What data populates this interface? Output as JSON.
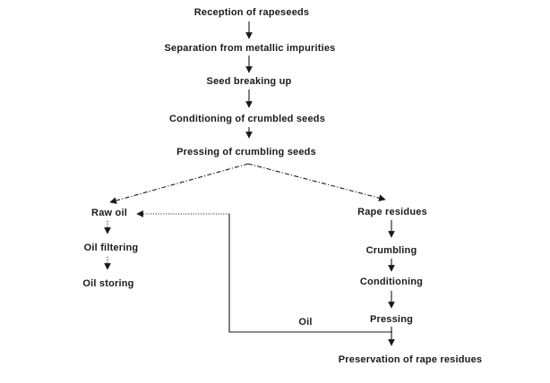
{
  "flowchart": {
    "nodes": {
      "reception": {
        "label": "Reception of rapeseeds"
      },
      "separation": {
        "label": "Separation from metallic impurities"
      },
      "seed_breaking": {
        "label": "Seed breaking up"
      },
      "conditioning_seeds": {
        "label": "Conditioning of crumbled seeds"
      },
      "pressing_seeds": {
        "label": "Pressing of crumbling seeds"
      },
      "raw_oil": {
        "label": "Raw oil"
      },
      "oil_filtering": {
        "label": "Oil filtering"
      },
      "oil_storing": {
        "label": "Oil storing"
      },
      "rape_residues": {
        "label": "Rape residues"
      },
      "crumbling": {
        "label": "Crumbling"
      },
      "conditioning": {
        "label": "Conditioning"
      },
      "pressing": {
        "label": "Pressing"
      },
      "preservation": {
        "label": "Preservation of rape residues"
      }
    },
    "edge_labels": {
      "oil_return": "Oil"
    },
    "edges": [
      {
        "from": "reception",
        "to": "separation",
        "style": "solid"
      },
      {
        "from": "separation",
        "to": "seed_breaking",
        "style": "solid"
      },
      {
        "from": "seed_breaking",
        "to": "conditioning_seeds",
        "style": "solid"
      },
      {
        "from": "conditioning_seeds",
        "to": "pressing_seeds",
        "style": "solid"
      },
      {
        "from": "pressing_seeds",
        "to": "raw_oil",
        "style": "dashdot"
      },
      {
        "from": "pressing_seeds",
        "to": "rape_residues",
        "style": "dashdot"
      },
      {
        "from": "raw_oil",
        "to": "oil_filtering",
        "style": "dotted"
      },
      {
        "from": "oil_filtering",
        "to": "oil_storing",
        "style": "dotted"
      },
      {
        "from": "rape_residues",
        "to": "crumbling",
        "style": "solid"
      },
      {
        "from": "crumbling",
        "to": "conditioning",
        "style": "solid"
      },
      {
        "from": "conditioning",
        "to": "pressing",
        "style": "solid"
      },
      {
        "from": "pressing",
        "to": "preservation",
        "style": "solid"
      },
      {
        "from": "pressing",
        "to": "raw_oil",
        "style": "solid-then-dotted",
        "label": "Oil"
      }
    ],
    "colors": {
      "line": "#1a1a1a",
      "text": "#1a1a1a",
      "background": "#ffffff"
    }
  }
}
